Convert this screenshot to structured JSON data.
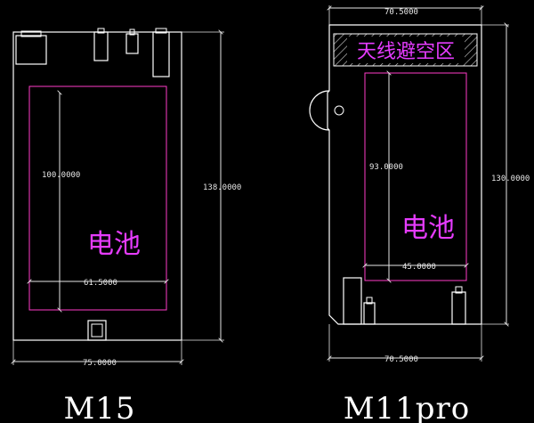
{
  "m15": {
    "model_label": "M15",
    "battery_label": "电池",
    "dim_height_outer": "138.0000",
    "dim_height_battery": "100.0000",
    "dim_width_battery": "61.5000",
    "dim_width_outer": "75.0000"
  },
  "m11pro": {
    "model_label": "M11pro",
    "antenna_label": "天线避空区",
    "battery_label": "电池",
    "dim_width_top": "70.5000",
    "dim_height_outer": "130.0000",
    "dim_height_battery": "93.0000",
    "dim_width_battery": "45.0000",
    "dim_width_bottom": "70.5000"
  },
  "colors": {
    "background": "#000000",
    "outline": "#ffffff",
    "battery_outline": "#ff3cc8",
    "battery_text": "#e63cff",
    "dimension": "#e6e6e6"
  }
}
